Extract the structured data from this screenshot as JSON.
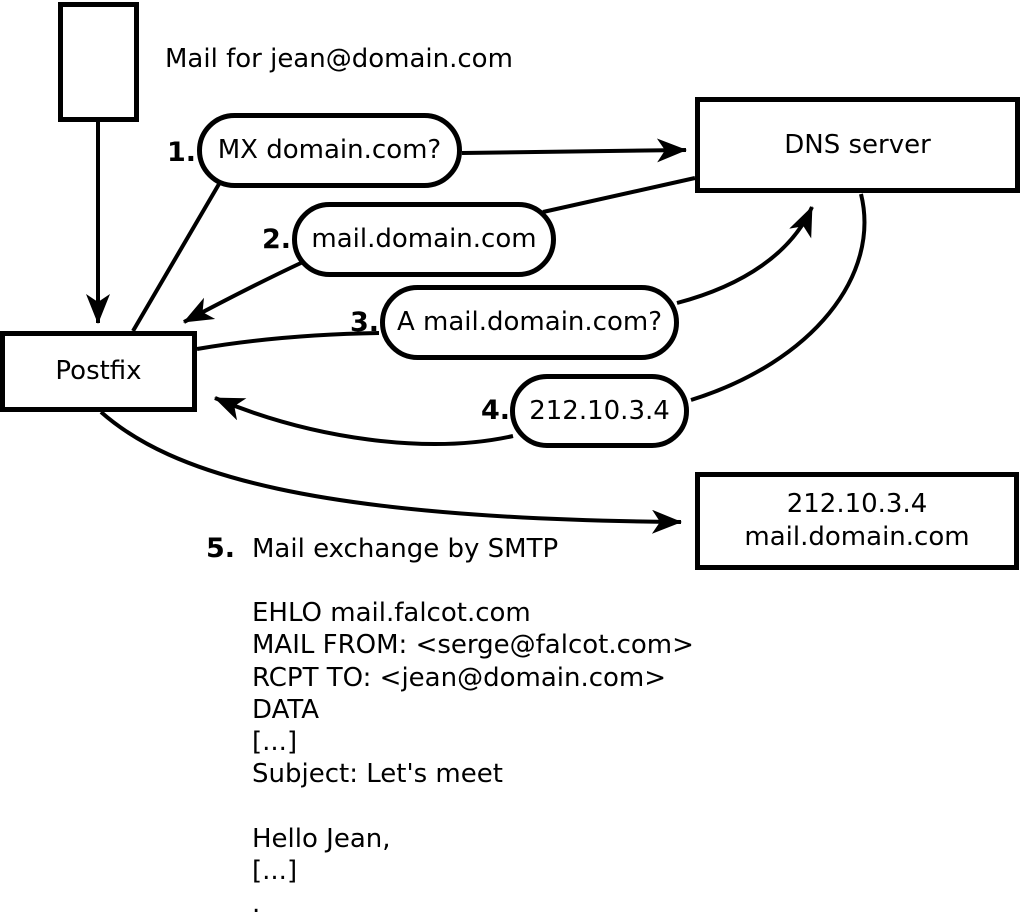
{
  "diagram": {
    "note": "Mail for jean@domain.com",
    "nodes": {
      "postfix": {
        "label": "Postfix"
      },
      "dns": {
        "label": "DNS server"
      },
      "mailserver": {
        "line1": "212.10.3.4",
        "line2": "mail.domain.com"
      }
    },
    "steps": [
      {
        "num": "1.",
        "label": "MX domain.com?"
      },
      {
        "num": "2.",
        "label": "mail.domain.com"
      },
      {
        "num": "3.",
        "label": "A mail.domain.com?"
      },
      {
        "num": "4.",
        "label": "212.10.3.4"
      },
      {
        "num": "5.",
        "label": "Mail exchange by SMTP"
      }
    ],
    "smtp_session": {
      "lines": [
        "EHLO mail.falcot.com",
        "MAIL FROM: <serge@falcot.com>",
        "RCPT TO: <jean@domain.com>",
        "DATA",
        "[...]",
        "Subject: Let's meet",
        "",
        "Hello Jean,",
        "[...]",
        "."
      ]
    }
  }
}
